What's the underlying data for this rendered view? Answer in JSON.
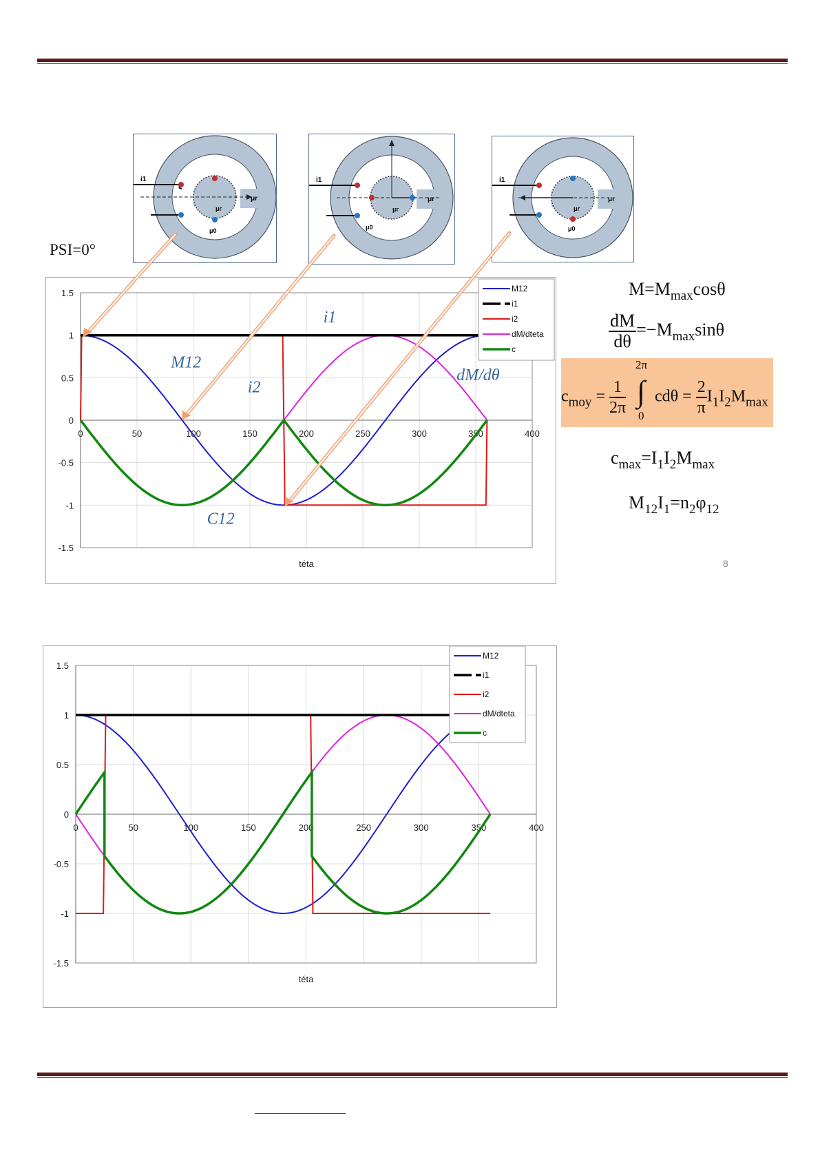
{
  "psi_label": "PSI=0°",
  "page_number": "8",
  "diagrams": [
    {
      "labels": {
        "i1": "i1",
        "mu_r": "μr",
        "mu_r2": "μr",
        "mu_0": "μ0"
      }
    },
    {
      "labels": {
        "i1": "i1",
        "mu_r": "μr",
        "mu_r2": "μr",
        "mu_0": "μ0"
      }
    },
    {
      "labels": {
        "i1": "i1",
        "mu_r": "μr",
        "mu_r2": "μr",
        "mu_0": "μ0"
      }
    }
  ],
  "equations": {
    "eq1": {
      "lhs": "M=M",
      "sub": "max",
      "rhs": "cosθ"
    },
    "eq2": {
      "num": "dM",
      "den": "dθ",
      "rhs": "=−M",
      "sub": "max",
      "rhs2": "sinθ"
    },
    "eq3": {
      "lhs": "c",
      "sub": "moy",
      "eq": "=",
      "num1": "1",
      "den1": "2π",
      "upper": "2π",
      "lower": "0",
      "integrand": "cdθ =",
      "num2": "2",
      "den2": "π",
      "tail": "I",
      "s1": "1",
      "t2": "I",
      "s2": "2",
      "t3": "M",
      "s3": "max"
    },
    "eq4": {
      "lhs": "c",
      "sub": "max",
      "rhs": "=I",
      "s1": "1",
      "t2": "I",
      "s2": "2",
      "t3": "M",
      "s3": "max"
    },
    "eq5": {
      "lhs": "M",
      "sub": "12",
      "t2": "I",
      "s2": "1",
      "t3": "=n",
      "s3": "2",
      "t4": "φ",
      "s4": "12"
    }
  },
  "chart_data": [
    {
      "type": "line",
      "xlabel": "téta",
      "xlim": [
        0,
        400
      ],
      "ylim": [
        -1.5,
        1.5
      ],
      "x_ticks": [
        "0",
        "50",
        "100",
        "150",
        "200",
        "250",
        "300",
        "350",
        "400"
      ],
      "y_ticks": [
        "1.5",
        "1",
        "0.5",
        "0",
        "-0.5",
        "-1",
        "-1.5"
      ],
      "grid": true,
      "legend_position": "top-right",
      "series": [
        {
          "name": "M12",
          "color": "#1f1fd0",
          "formula": "cos(θ)",
          "x_range": [
            0,
            360
          ]
        },
        {
          "name": "i1",
          "color": "#000000",
          "values": [
            [
              0,
              1
            ],
            [
              360,
              1
            ]
          ]
        },
        {
          "name": "i2",
          "color": "#e01818",
          "values": [
            [
              0,
              0
            ],
            [
              1,
              1
            ],
            [
              179,
              1
            ],
            [
              181,
              -1
            ],
            [
              359,
              -1
            ],
            [
              360,
              0
            ]
          ]
        },
        {
          "name": "dM/dteta",
          "color": "#e020e0",
          "formula": "-sin(θ)",
          "x_range": [
            180,
            360
          ]
        },
        {
          "name": "c",
          "color": "#118811",
          "formula": "-|sin(θ)|",
          "x_range": [
            0,
            360
          ]
        }
      ],
      "annotations": [
        {
          "text": "i1",
          "x": 215,
          "y": 1.15
        },
        {
          "text": "M12",
          "x": 80,
          "y": 0.62
        },
        {
          "text": "i2",
          "x": 148,
          "y": 0.33
        },
        {
          "text": "dM/dθ",
          "x": 333,
          "y": 0.47
        },
        {
          "text": "C12",
          "x": 112,
          "y": -1.22
        }
      ]
    },
    {
      "type": "line",
      "xlabel": "téta",
      "xlim": [
        0,
        400
      ],
      "ylim": [
        -1.5,
        1.5
      ],
      "x_ticks": [
        "0",
        "50",
        "100",
        "150",
        "200",
        "250",
        "300",
        "350",
        "400"
      ],
      "y_ticks": [
        "1.5",
        "1",
        "0.5",
        "0",
        "-0.5",
        "-1",
        "-1.5"
      ],
      "grid": true,
      "legend_position": "top-right",
      "series": [
        {
          "name": "M12",
          "color": "#1f1fd0",
          "formula": "cos(θ)",
          "x_range": [
            0,
            360
          ]
        },
        {
          "name": "i1",
          "color": "#000000",
          "values": [
            [
              0,
              1
            ],
            [
              360,
              1
            ]
          ]
        },
        {
          "name": "i2",
          "color": "#e01818",
          "values": [
            [
              0,
              -1
            ],
            [
              24,
              -1
            ],
            [
              26,
              1
            ],
            [
              204,
              1
            ],
            [
              206,
              -1
            ],
            [
              360,
              -1
            ]
          ]
        },
        {
          "name": "dM/dteta",
          "color": "#e020e0",
          "formula": "-sin(θ)",
          "x_range": [
            0,
            25
          ],
          "x_range2": [
            205,
            360
          ]
        },
        {
          "name": "c",
          "color": "#118811",
          "formula": "-sin(θ)·i2",
          "x_range": [
            0,
            360
          ]
        }
      ]
    }
  ]
}
